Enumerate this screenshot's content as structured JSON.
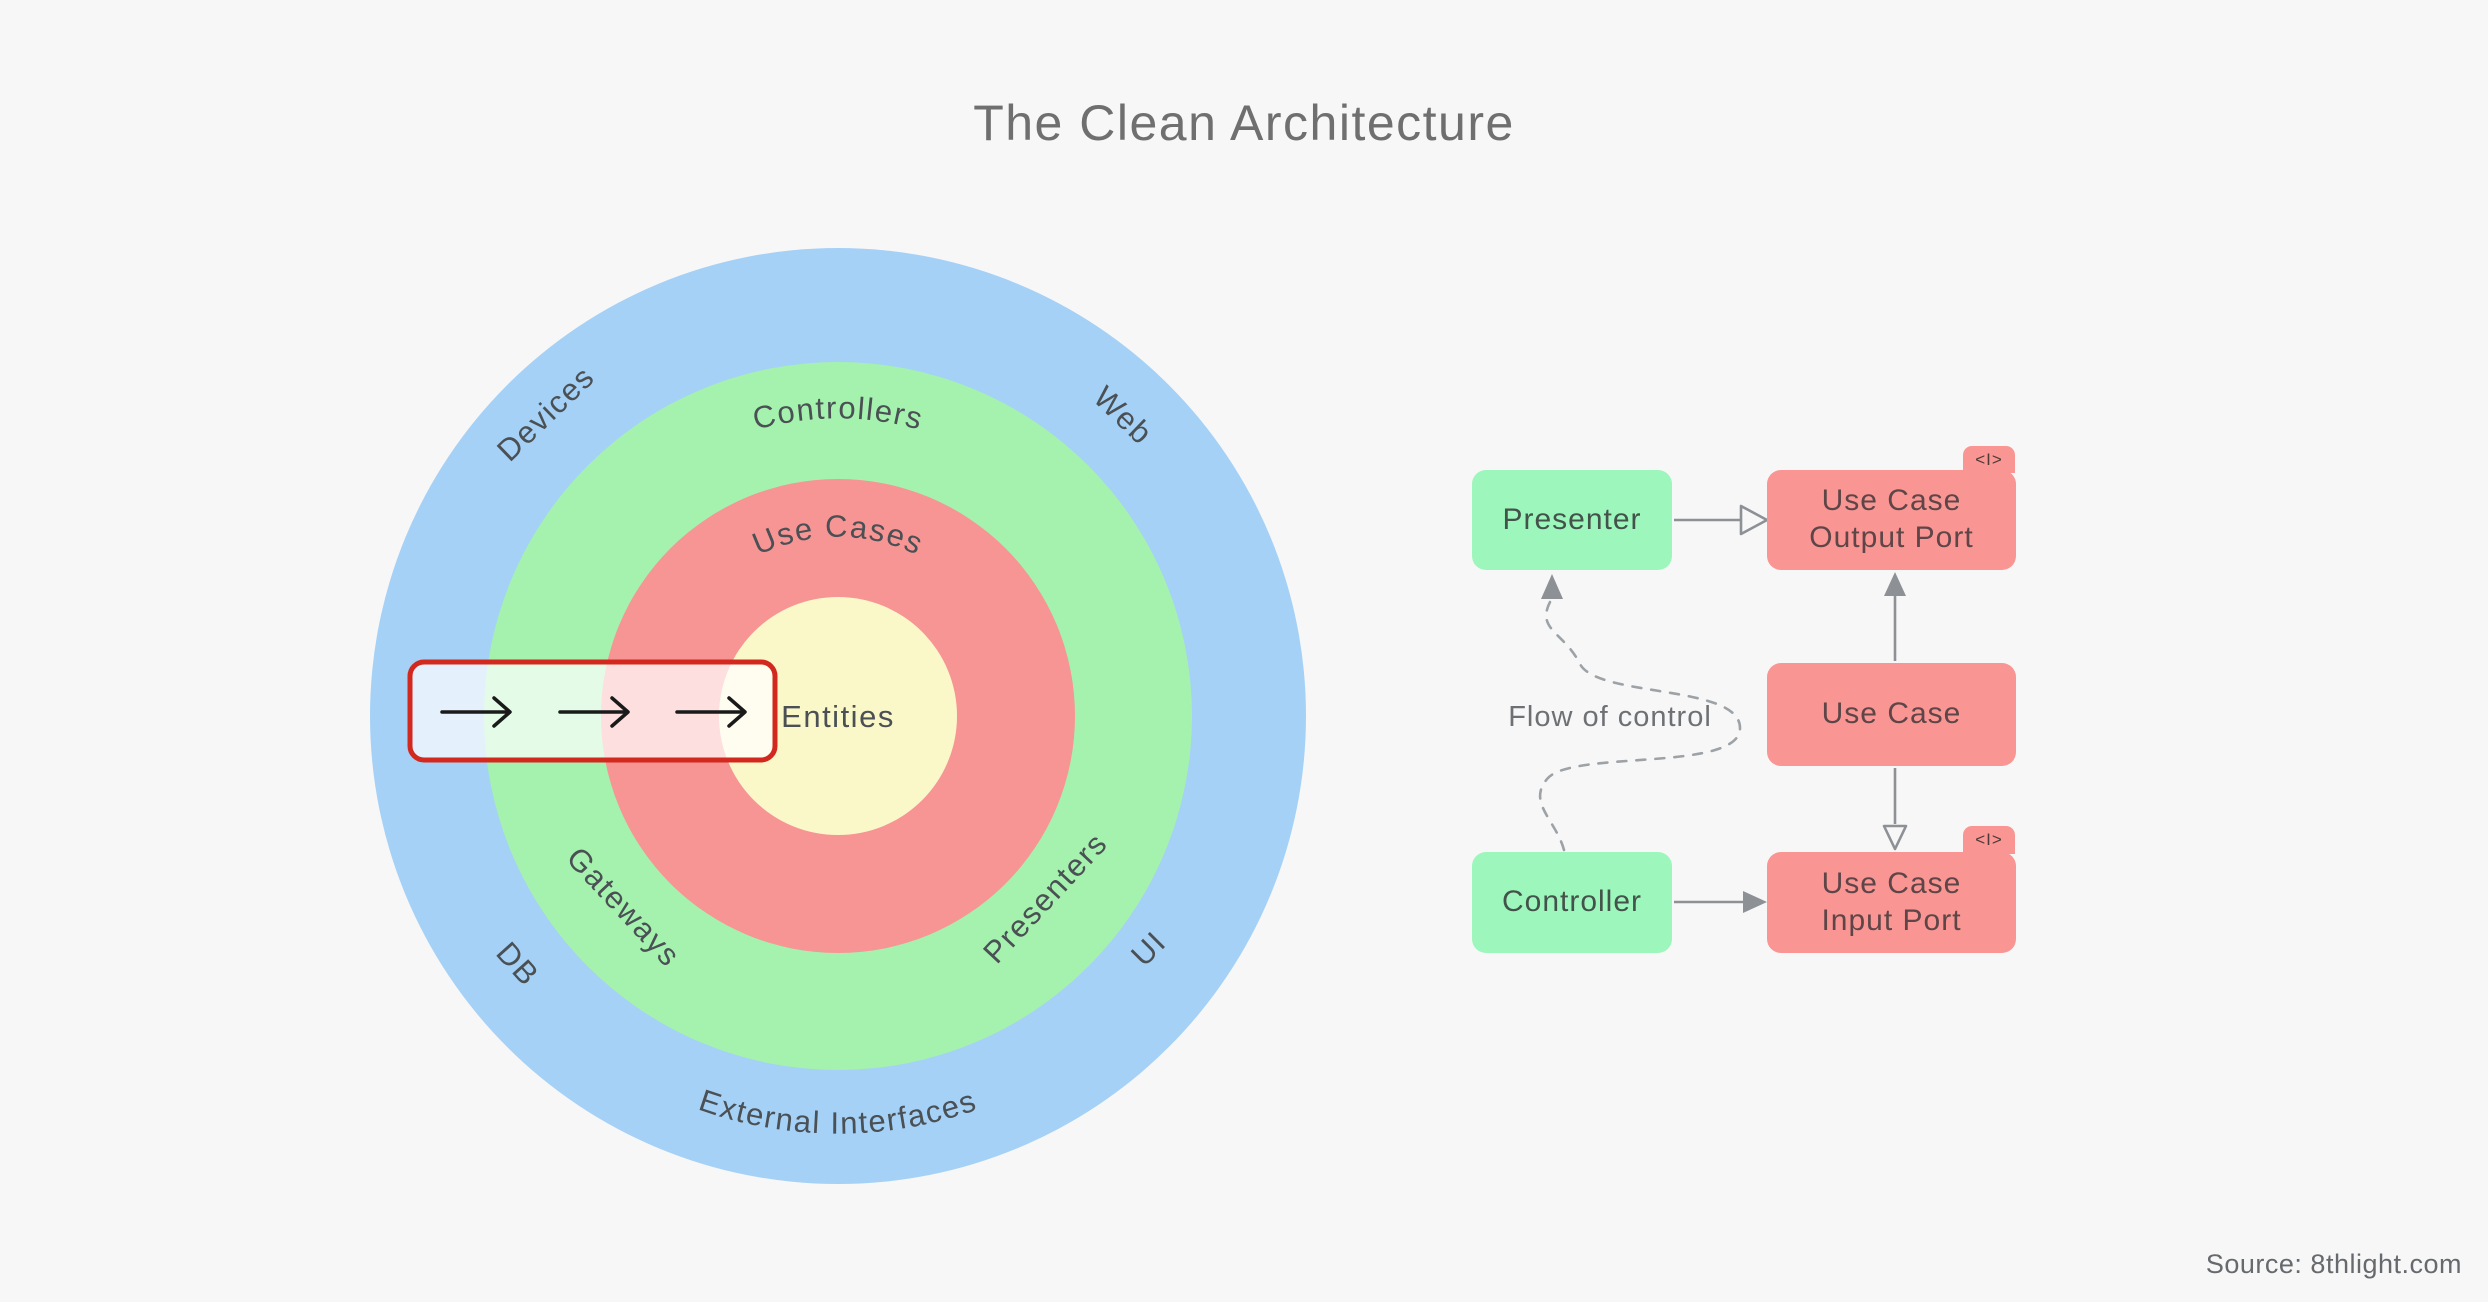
{
  "title": "The Clean Architecture",
  "source": "Source: 8thlight.com",
  "colors": {
    "background": "#F7F7F7",
    "ring-blue": "#A5D1F7",
    "ring-green": "#A4F2AE",
    "ring-red": "#F79595",
    "ring-yellow": "#FAF8C9",
    "box-green": "#9DF7BC",
    "box-red": "#F99693",
    "accent-red": "#D2281E",
    "arrow-gray": "#8D9196",
    "text-dark": "#4A5054",
    "text-gray": "#6F6F6F"
  },
  "rings": {
    "devices": "Devices",
    "web": "Web",
    "db": "DB",
    "ui": "UI",
    "external_interfaces": "External Interfaces",
    "controllers": "Controllers",
    "gateways": "Gateways",
    "presenters": "Presenters",
    "use_cases": "Use Cases",
    "entities": "Entities"
  },
  "flow": {
    "label": "Flow of control",
    "presenter": "Presenter",
    "controller": "Controller",
    "use_case": "Use Case",
    "output_port": {
      "line1": "Use Case",
      "line2": "Output Port"
    },
    "input_port": {
      "line1": "Use Case",
      "line2": "Input Port"
    },
    "interface_badge": "<I>"
  }
}
